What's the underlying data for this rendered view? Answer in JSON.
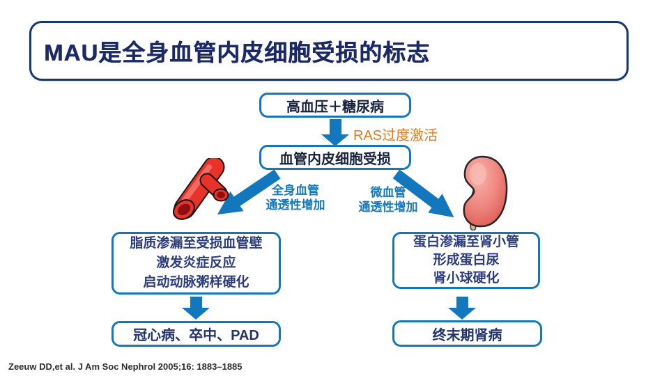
{
  "title": "MAU是全身血管内皮细胞受损的标志",
  "flow": {
    "cause_box": "高血压＋糖尿病",
    "ras_label": "RAS过度激活",
    "endothelium_box": "血管内皮细胞受损",
    "left_branch": {
      "line1": "全身血管",
      "line2": "通透性增加"
    },
    "right_branch": {
      "line1": "微血管",
      "line2": "通透性增加"
    },
    "left_process_box": {
      "line1": "脂质渗漏至受损血管壁",
      "line2": "激发炎症反应",
      "line3": "启动动脉粥样硬化"
    },
    "right_process_box": {
      "line1": "蛋白渗漏至肾小管",
      "line2": "形成蛋白尿",
      "line3": "肾小球硬化"
    },
    "left_outcome_box": "冠心病、卒中、PAD",
    "right_outcome_box": "终末期肾病"
  },
  "illustrations": {
    "left": "blood-vessel",
    "right": "kidney"
  },
  "citation": "Zeeuw DD,et al. J Am Soc Nephrol 2005;16: 1883–1885",
  "colors": {
    "title_text": "#1b2a67",
    "title_border": "#17386b",
    "flow_box_border": "#1377be",
    "arrow_blue": "#1377be",
    "ras_label_orange": "#e0791f",
    "branch_label_blue": "#1377be",
    "process_text_navy": "#2c3c7e"
  }
}
